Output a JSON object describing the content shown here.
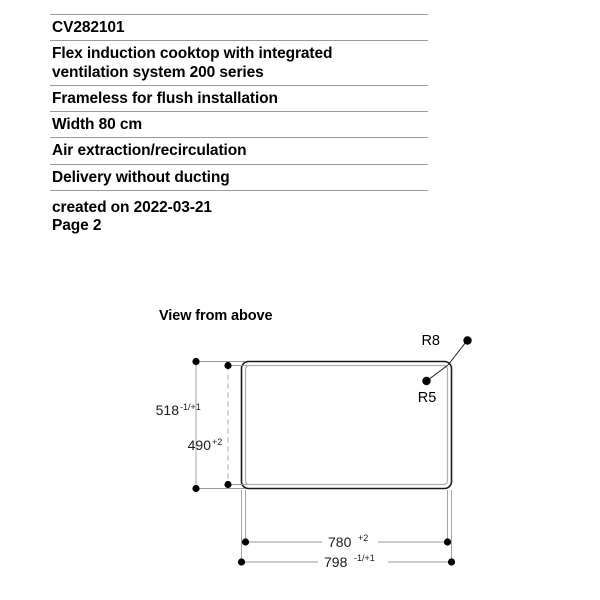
{
  "spec": {
    "rows": [
      {
        "name": "model-number",
        "lines": [
          "CV282101"
        ]
      },
      {
        "name": "product-description",
        "lines": [
          "Flex induction cooktop with integrated",
          "ventilation system 200 series"
        ]
      },
      {
        "name": "installation-type",
        "lines": [
          "Frameless for flush installation"
        ]
      },
      {
        "name": "width",
        "lines": [
          "Width 80 cm"
        ]
      },
      {
        "name": "air-mode",
        "lines": [
          "Air extraction/recirculation"
        ]
      },
      {
        "name": "delivery-note",
        "lines": [
          "Delivery without ducting"
        ]
      },
      {
        "name": "document-footer",
        "lines": [
          "created on 2022-03-21",
          "Page 2"
        ]
      }
    ]
  },
  "drawing": {
    "view_label": "View from above",
    "dimensions": {
      "height_outer": {
        "value": "518",
        "tolerance": "-1/+1"
      },
      "height_inner": {
        "value": "490",
        "tolerance": "+2"
      },
      "width_inner": {
        "value": "780",
        "tolerance": "+2"
      },
      "width_outer": {
        "value": "798",
        "tolerance": "-1/+1"
      }
    },
    "radii": {
      "outer": "R8",
      "inner": "R5"
    },
    "colors": {
      "line": "#1a1a1a",
      "thin_line": "#8c8c8c",
      "inner_edge": "#b0b0b0"
    }
  }
}
